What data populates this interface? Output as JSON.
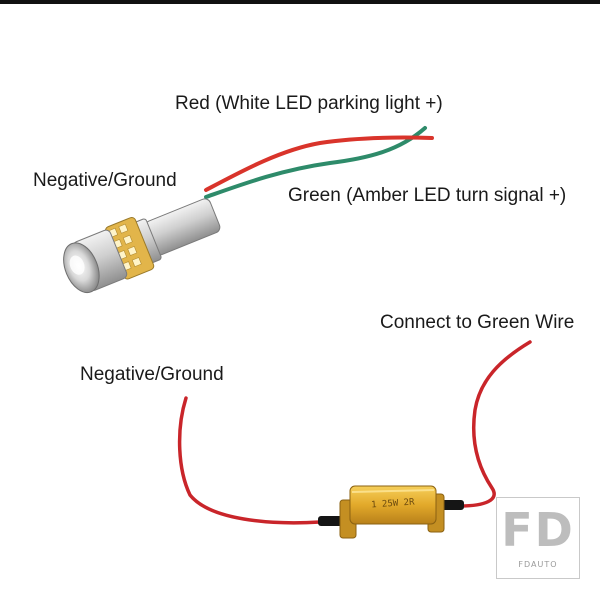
{
  "labels": {
    "red_wire": "Red (White LED parking light +)",
    "negative_ground_bulb": "Negative/Ground",
    "green_wire": "Green (Amber LED turn signal +)",
    "connect_green": "Connect to Green Wire",
    "negative_ground_resistor": "Negative/Ground"
  },
  "resistor": {
    "marking": "1 25W 2R"
  },
  "logo": {
    "mark": "FD",
    "text": "FDAUTO"
  },
  "colors": {
    "red_wire": "#d9342b",
    "green_wire": "#2e8b6a",
    "resistor_body": "#e8b33a"
  }
}
